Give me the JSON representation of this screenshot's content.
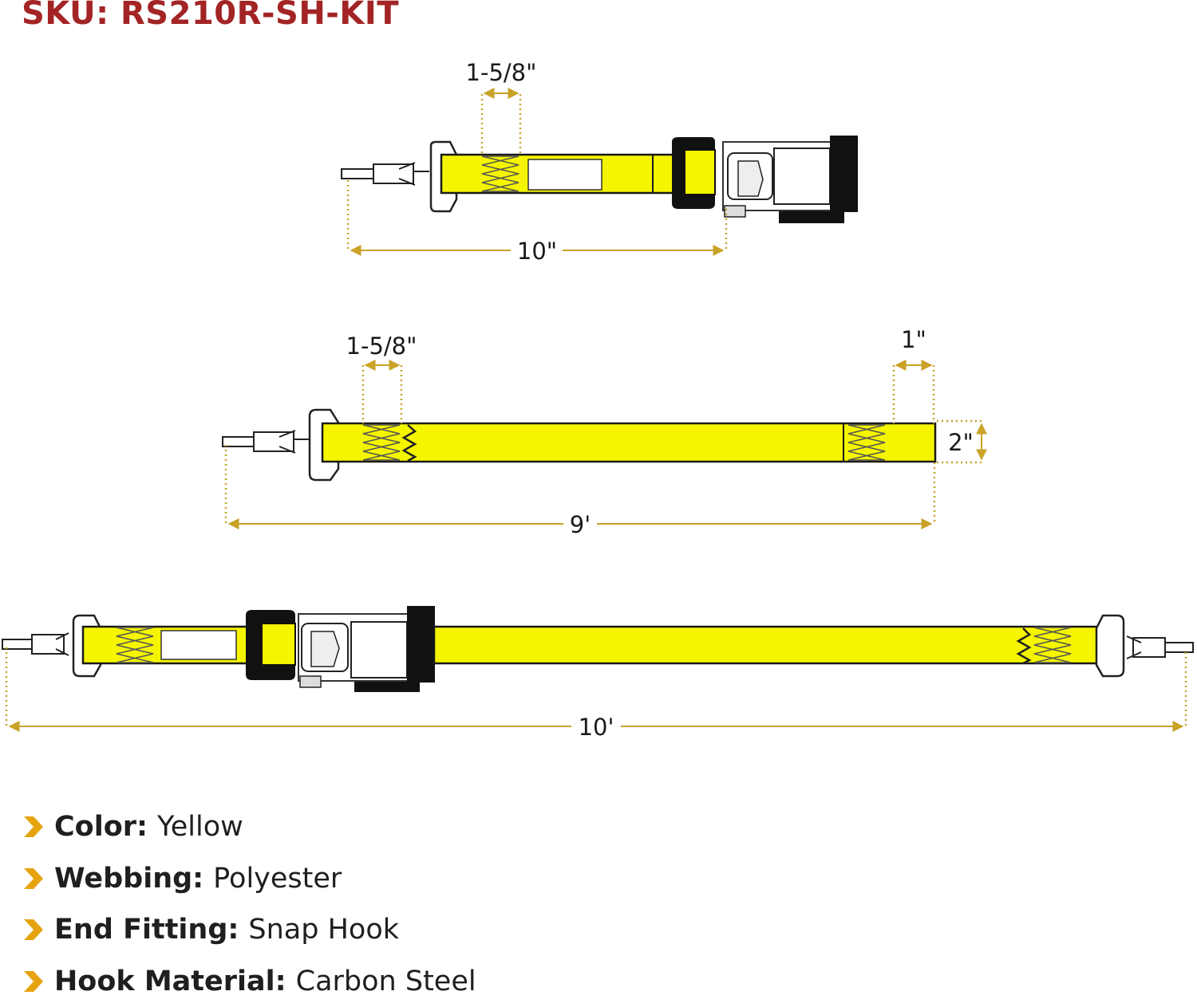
{
  "sku_title": "SKU: RS210R-SH-KIT",
  "colors": {
    "sku": "#a32424",
    "webbing": "#f5f500",
    "dimension_line": "#c9a227",
    "bullet": "#e5a40f",
    "outline": "#1a1a1a"
  },
  "diagrams": [
    {
      "id": "short-end-with-ratchet",
      "dimensions": [
        {
          "label": "1-5/8\""
        },
        {
          "label": "10\""
        }
      ]
    },
    {
      "id": "long-end-strap",
      "dimensions": [
        {
          "label": "1-5/8\""
        },
        {
          "label": "1\""
        },
        {
          "label": "2\""
        },
        {
          "label": "9'"
        }
      ]
    },
    {
      "id": "assembled-kit",
      "dimensions": [
        {
          "label": "10'"
        }
      ]
    }
  ],
  "specs": [
    {
      "key": "Color:",
      "value": "Yellow"
    },
    {
      "key": "Webbing:",
      "value": "Polyester"
    },
    {
      "key": "End Fitting:",
      "value": "Snap Hook"
    },
    {
      "key": "Hook Material:",
      "value": "Carbon Steel"
    }
  ]
}
